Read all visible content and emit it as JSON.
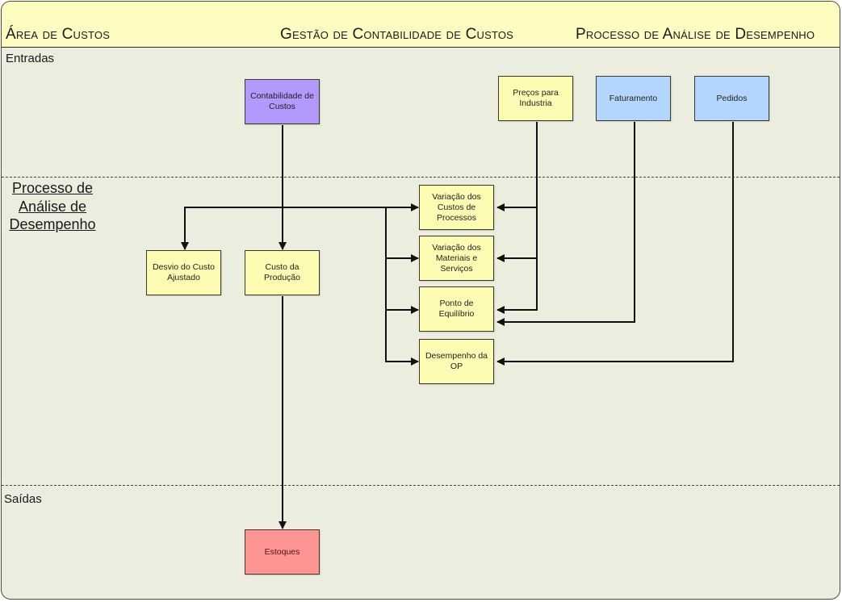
{
  "header": {
    "area": "Área de Custos",
    "management": "Gestão de Contabilidade de Custos",
    "process": "Processo de Análise de Desempenho"
  },
  "lanes": {
    "inputs": "Entradas",
    "process_title": "Processo de Análise de Desempenho",
    "outputs": "Saídas"
  },
  "nodes": {
    "contabilidade": "Contabilidade de Custos",
    "precos": "Preços para Industria",
    "faturamento": "Faturamento",
    "pedidos": "Pedidos",
    "variacao_custos": "Variação dos Custos de Processos",
    "variacao_materiais": "Variação dos Materiais e Serviços",
    "ponto_equilibrio": "Ponto de Equilíbrio",
    "desempenho_op": "Desempenho da OP",
    "desvio": "Desvio do Custo Ajustado",
    "custo_producao": "Custo da Produção",
    "estoques": "Estoques"
  },
  "colors": {
    "header_bg": "#fefcc0",
    "canvas_bg": "#ebeedf",
    "input_cost": "#b399fb",
    "process": "#fefcb2",
    "input_external": "#b2d6fd",
    "output": "#ff9592"
  },
  "edges": [
    {
      "from": "Contabilidade de Custos",
      "to": "Custo da Produção"
    },
    {
      "from": "Contabilidade de Custos",
      "to": "Desvio do Custo Ajustado"
    },
    {
      "from": "Contabilidade de Custos",
      "to": "Variação dos Custos de Processos"
    },
    {
      "from": "Contabilidade de Custos",
      "to": "Variação dos Materiais e Serviços"
    },
    {
      "from": "Contabilidade de Custos",
      "to": "Ponto de Equilíbrio"
    },
    {
      "from": "Contabilidade de Custos",
      "to": "Desempenho da OP"
    },
    {
      "from": "Preços para Industria",
      "to": "Variação dos Custos de Processos"
    },
    {
      "from": "Preços para Industria",
      "to": "Variação dos Materiais e Serviços"
    },
    {
      "from": "Preços para Industria",
      "to": "Ponto de Equilíbrio"
    },
    {
      "from": "Faturamento",
      "to": "Ponto de Equilíbrio"
    },
    {
      "from": "Pedidos",
      "to": "Desempenho da OP"
    },
    {
      "from": "Custo da Produção",
      "to": "Estoques"
    }
  ]
}
